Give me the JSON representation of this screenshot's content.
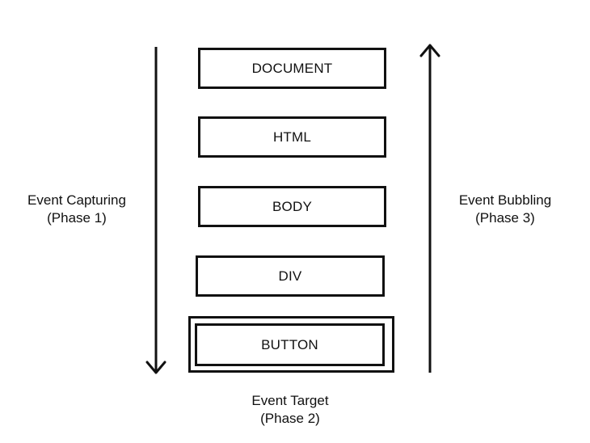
{
  "layers": [
    {
      "key": "document",
      "label": "DOCUMENT"
    },
    {
      "key": "html",
      "label": "HTML"
    },
    {
      "key": "body",
      "label": "BODY"
    },
    {
      "key": "div",
      "label": "DIV"
    },
    {
      "key": "button",
      "label": "BUTTON"
    }
  ],
  "capturing": {
    "title": "Event Capturing",
    "phase": "(Phase 1)",
    "direction": "down"
  },
  "bubbling": {
    "title": "Event Bubbling",
    "phase": "(Phase 3)",
    "direction": "up"
  },
  "target": {
    "title": "Event Target",
    "phase": "(Phase 2)"
  },
  "colors": {
    "stroke": "#111111",
    "background": "#ffffff"
  }
}
